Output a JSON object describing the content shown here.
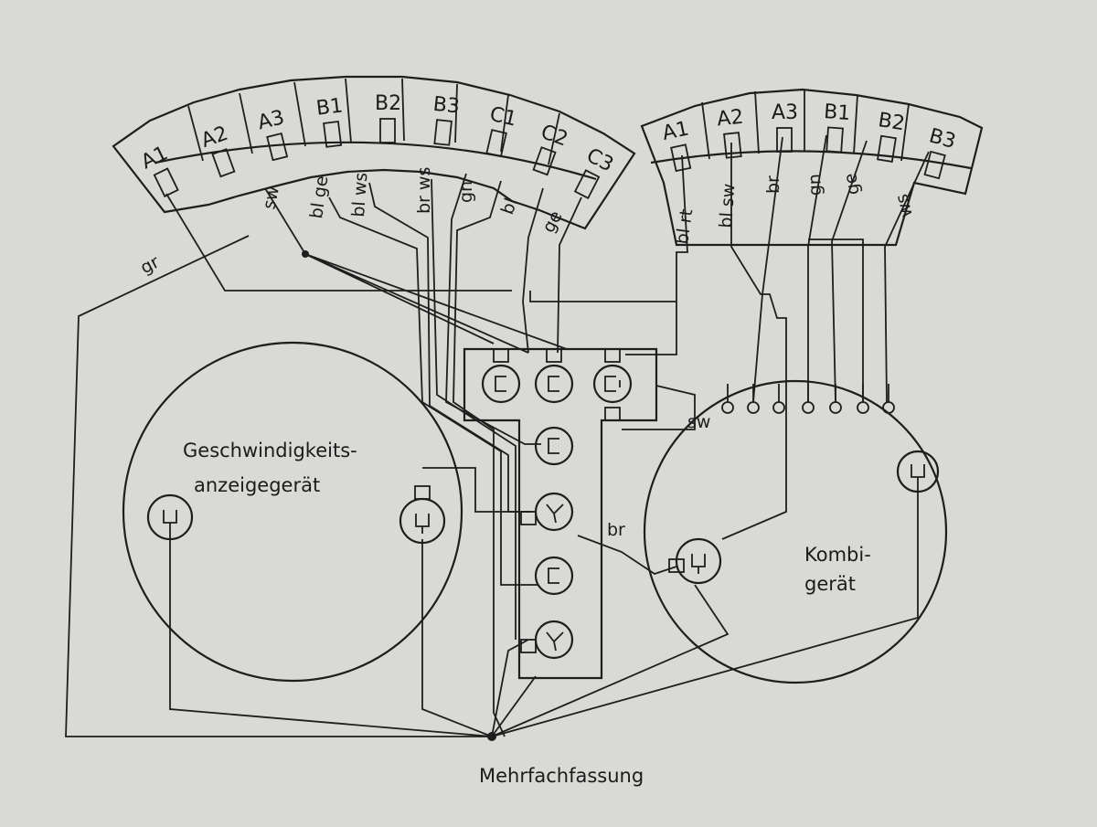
{
  "left_connector": {
    "pins": [
      "A1",
      "A2",
      "A3",
      "B1",
      "B2",
      "B3",
      "C1",
      "C2",
      "C3"
    ],
    "wire_colors": [
      {
        "id": "gr",
        "text": "gr"
      },
      {
        "id": "sw",
        "text": "sw"
      },
      {
        "id": "bl-ge",
        "text": "bl ge"
      },
      {
        "id": "bl-ws",
        "text": "bl ws"
      },
      {
        "id": "br-ws",
        "text": "br ws"
      },
      {
        "id": "gn",
        "text": "gn"
      },
      {
        "id": "bl",
        "text": "bl"
      },
      {
        "id": "ge",
        "text": "ge"
      }
    ]
  },
  "right_connector": {
    "pins": [
      "A1",
      "A2",
      "A3",
      "B1",
      "B2",
      "B3"
    ],
    "wire_colors": [
      {
        "id": "bl-rt",
        "text": "bl rt"
      },
      {
        "id": "bl-sw",
        "text": "bl sw"
      },
      {
        "id": "br",
        "text": "br"
      },
      {
        "id": "gn",
        "text": "gn"
      },
      {
        "id": "ge",
        "text": "ge"
      },
      {
        "id": "ws",
        "text": "ws"
      }
    ]
  },
  "labels": {
    "speedometer_line1": "Geschwindigkeits-",
    "speedometer_line2": "anzeigegerät",
    "combi_line1": "Kombi-",
    "combi_line2": "gerät",
    "multi_socket": "Mehrfachfassung",
    "sw_terminal": "sw",
    "br_wire": "br"
  },
  "colors": {
    "paper": "#d9d9d6",
    "ink": "#1e1e1e"
  }
}
